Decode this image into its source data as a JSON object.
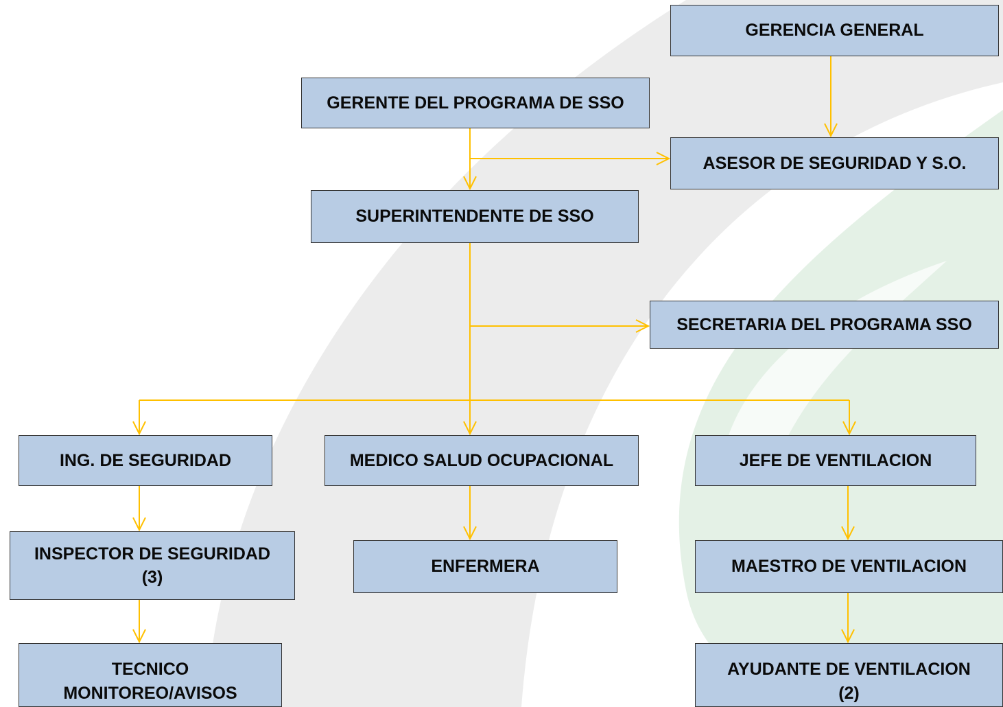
{
  "colors": {
    "box_fill": "#b8cce4",
    "box_border": "#333333",
    "connector": "#ffc000",
    "watermark_gray": "#ececec",
    "watermark_green": "#e4f1e6"
  },
  "nodes": {
    "gerencia_general": "GERENCIA GENERAL",
    "gerente_programa": "GERENTE DEL PROGRAMA DE  SSO",
    "asesor": "ASESOR DE SEGURIDAD Y S.O.",
    "superintendente": "SUPERINTENDENTE DE SSO",
    "secretaria": "SECRETARIA DEL PROGRAMA SSO",
    "ing_seguridad": "ING. DE SEGURIDAD",
    "medico": "MEDICO SALUD OCUPACIONAL",
    "jefe_ventilacion": "JEFE DE VENTILACION",
    "inspector": "INSPECTOR DE SEGURIDAD\n(3)",
    "enfermera": "ENFERMERA",
    "maestro_ventilacion": "MAESTRO DE VENTILACION",
    "tecnico": "TECNICO\nMONITOREO/AVISOS",
    "ayudante": "AYUDANTE DE VENTILACION\n(2)"
  }
}
